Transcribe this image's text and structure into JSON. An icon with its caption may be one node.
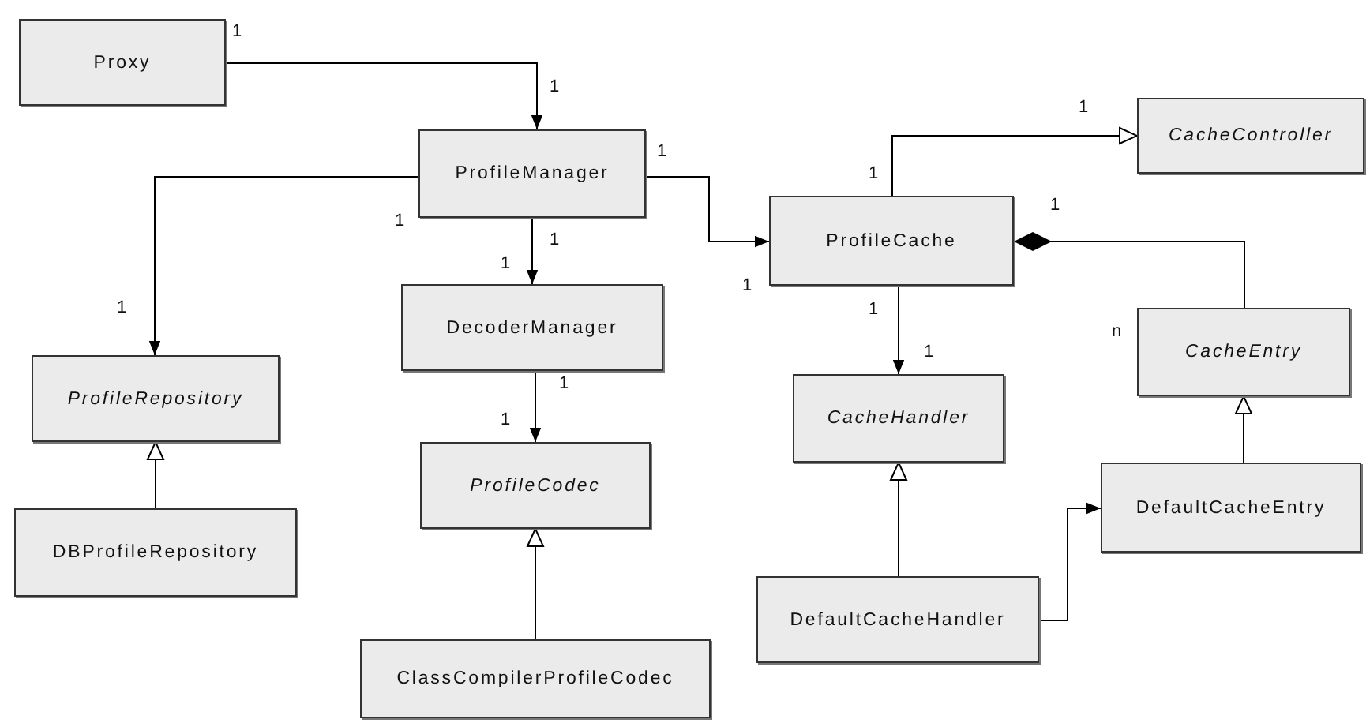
{
  "diagram": {
    "nodes": [
      {
        "text": [
          "Proxy"
        ]
      },
      {
        "text": [
          "ProfileManager"
        ]
      },
      {
        "text": [
          "ProfileCache"
        ]
      },
      {
        "text": [
          "CacheController"
        ]
      },
      {
        "text": [
          "DecoderManager"
        ]
      },
      {
        "text": [
          "ProfileRepository"
        ]
      },
      {
        "text": [
          "ProfileCodec"
        ]
      },
      {
        "text": [
          "CacheHandler"
        ]
      },
      {
        "text": [
          "CacheEntry"
        ]
      },
      {
        "text": [
          "DBProfileRepository"
        ]
      },
      {
        "text": [
          "DefaultCacheEntry"
        ]
      },
      {
        "text": [
          "DefaultCacheHandler"
        ]
      },
      {
        "text": [
          "ClassCompilerProfileCodec"
        ]
      }
    ],
    "edges": [
      {
        "from": 0,
        "to": 1,
        "arrow": "to"
      },
      {
        "from": 1,
        "to": 5,
        "arrow": "to"
      },
      {
        "from": 1,
        "to": 4,
        "arrow": "to"
      },
      {
        "from": 1,
        "to": 2,
        "arrow": "to"
      },
      {
        "from": 2,
        "to": 3,
        "arrow": "to"
      },
      {
        "from": 4,
        "to": 6,
        "arrow": "to"
      },
      {
        "from": 2,
        "to": 7,
        "arrow": "to"
      },
      {
        "from": 8,
        "to": 2,
        "arrow": "other"
      },
      {
        "from": 9,
        "to": 5,
        "arrow": "to"
      },
      {
        "from": 12,
        "to": 6,
        "arrow": "to"
      },
      {
        "from": 11,
        "to": 7,
        "arrow": "to"
      },
      {
        "from": 10,
        "to": 8,
        "arrow": "to"
      },
      {
        "from": 11,
        "to": 10,
        "arrow": "to"
      }
    ],
    "labels": [
      "1",
      "1",
      "1",
      "1",
      "1",
      "1",
      "1",
      "1",
      "1",
      "1",
      "1",
      "1",
      "n",
      "1",
      "1",
      "1"
    ]
  }
}
